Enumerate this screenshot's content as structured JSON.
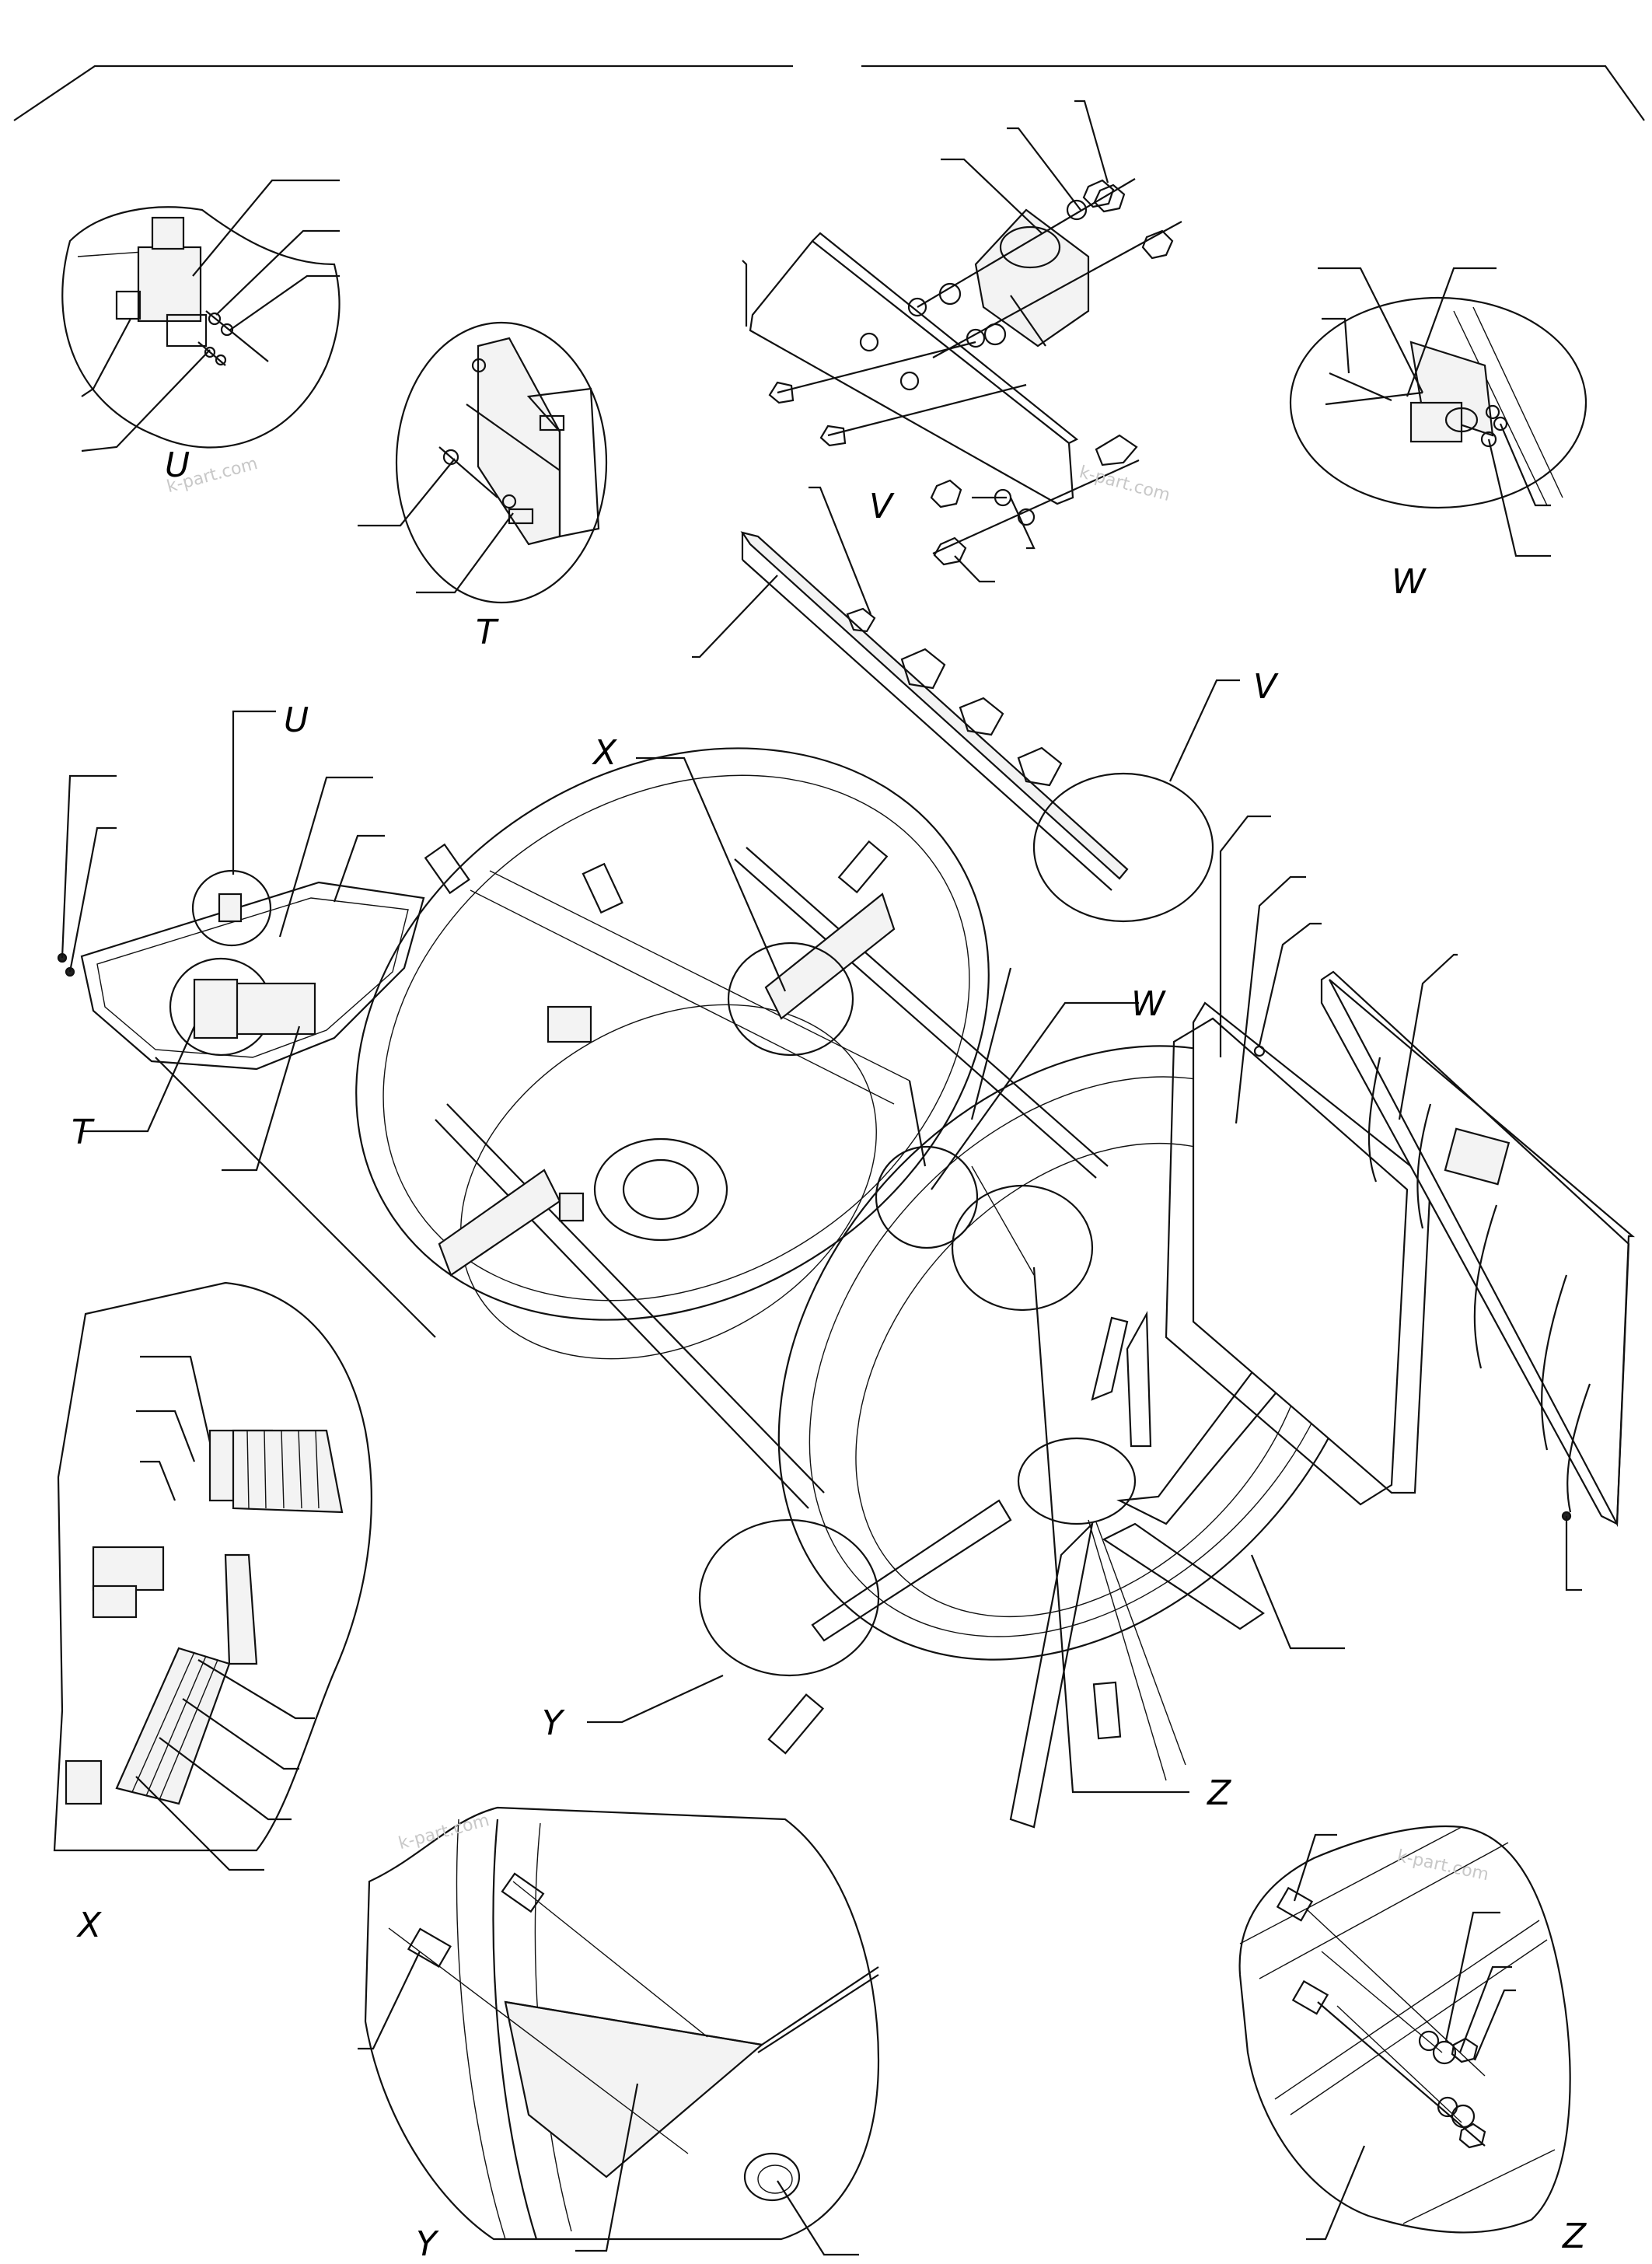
{
  "callout_labels": {
    "u_top": "U",
    "t_top": "T",
    "v_top": "V",
    "w_top": "W",
    "u_ref": "U",
    "t_ref": "T",
    "x_ref": "X",
    "v_ref": "V",
    "w_ref": "W",
    "y_ref": "Y",
    "z_ref": "Z",
    "x_detail": "X",
    "y_detail": "Y",
    "z_detail": "Z"
  },
  "watermarks": [
    "k-part.com",
    "k-part.com",
    "k-part.com",
    "k-part.com"
  ],
  "colors": {
    "line": "#111111",
    "watermark": "#c8c8c8",
    "background": "#ffffff"
  }
}
